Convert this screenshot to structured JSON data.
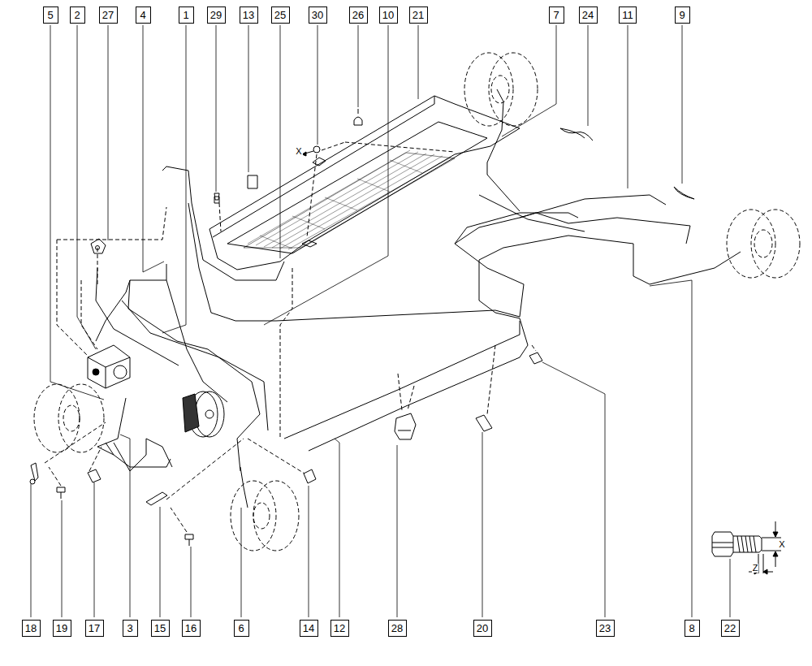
{
  "diagram": {
    "nodes": [
      {
        "text": [
          "5"
        ]
      },
      {
        "text": [
          "2"
        ]
      },
      {
        "text": [
          "27"
        ]
      },
      {
        "text": [
          "4"
        ]
      },
      {
        "text": [
          "1"
        ]
      },
      {
        "text": [
          "29"
        ]
      },
      {
        "text": [
          "13"
        ]
      },
      {
        "text": [
          "25"
        ]
      },
      {
        "text": [
          "30"
        ]
      },
      {
        "text": [
          "26"
        ]
      },
      {
        "text": [
          "10"
        ]
      },
      {
        "text": [
          "21"
        ]
      },
      {
        "text": [
          "7"
        ]
      },
      {
        "text": [
          "24"
        ]
      },
      {
        "text": [
          "11"
        ]
      },
      {
        "text": [
          "9"
        ]
      },
      {
        "text": [
          "18"
        ]
      },
      {
        "text": [
          "19"
        ]
      },
      {
        "text": [
          "17"
        ]
      },
      {
        "text": [
          "3"
        ]
      },
      {
        "text": [
          "15"
        ]
      },
      {
        "text": [
          "16"
        ]
      },
      {
        "text": [
          "6"
        ]
      },
      {
        "text": [
          "14"
        ]
      },
      {
        "text": [
          "12"
        ]
      },
      {
        "text": [
          "28"
        ]
      },
      {
        "text": [
          "20"
        ]
      },
      {
        "text": [
          "23"
        ]
      },
      {
        "text": [
          "8"
        ]
      },
      {
        "text": [
          "22"
        ]
      }
    ],
    "labels": [
      "X",
      "X",
      "Z"
    ]
  }
}
